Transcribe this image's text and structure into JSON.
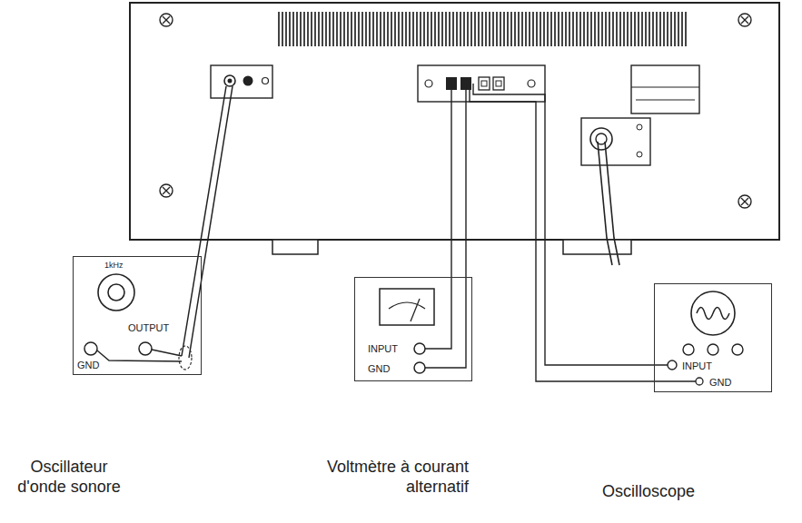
{
  "diagram": {
    "nodes": [
      {
        "text": [
          "1kHz",
          "OUTPUT",
          "GND",
          "Oscillateur d'onde sonore"
        ]
      },
      {
        "text": [
          "INPUT",
          "GND",
          "Voltmètre à courant alternatif"
        ]
      },
      {
        "text": [
          "INPUT",
          "GND",
          "Oscilloscope"
        ]
      }
    ]
  }
}
